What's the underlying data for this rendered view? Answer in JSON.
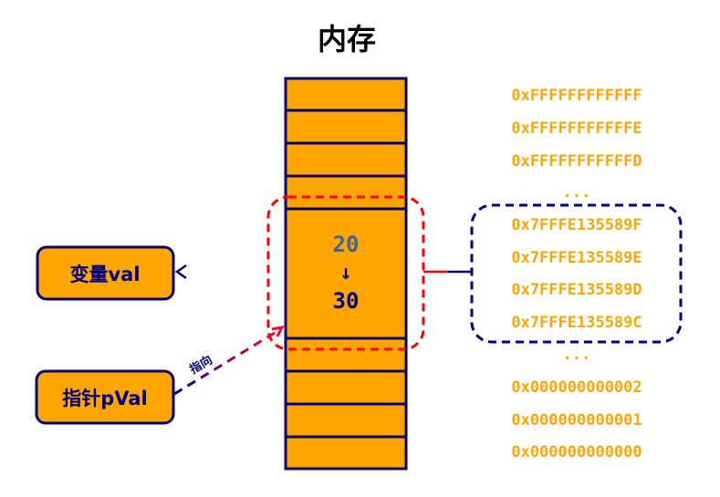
{
  "title": "内存",
  "colors": {
    "cell_fill": "#FFA500",
    "cell_border": "#000080",
    "highlight": "#FF0000",
    "address_text": "#FFA500",
    "old_value": "#3C6496",
    "new_value": "#000080"
  },
  "memory": {
    "old_value": "20",
    "arrow": "↓",
    "new_value": "30"
  },
  "labels": {
    "variable": "变量val",
    "pointer": "指针pVal",
    "points_to": "指向"
  },
  "addresses": {
    "top": [
      "0xFFFFFFFFFFFF",
      "0xFFFFFFFFFFFE",
      "0xFFFFFFFFFFFD"
    ],
    "ellipsis_top": "...",
    "highlighted": [
      "0x7FFFE135589F",
      "0x7FFFE135589E",
      "0x7FFFE135589D",
      "0x7FFFE135589C"
    ],
    "ellipsis_bottom": "...",
    "bottom": [
      "0x000000000002",
      "0x000000000001",
      "0x000000000000"
    ]
  }
}
